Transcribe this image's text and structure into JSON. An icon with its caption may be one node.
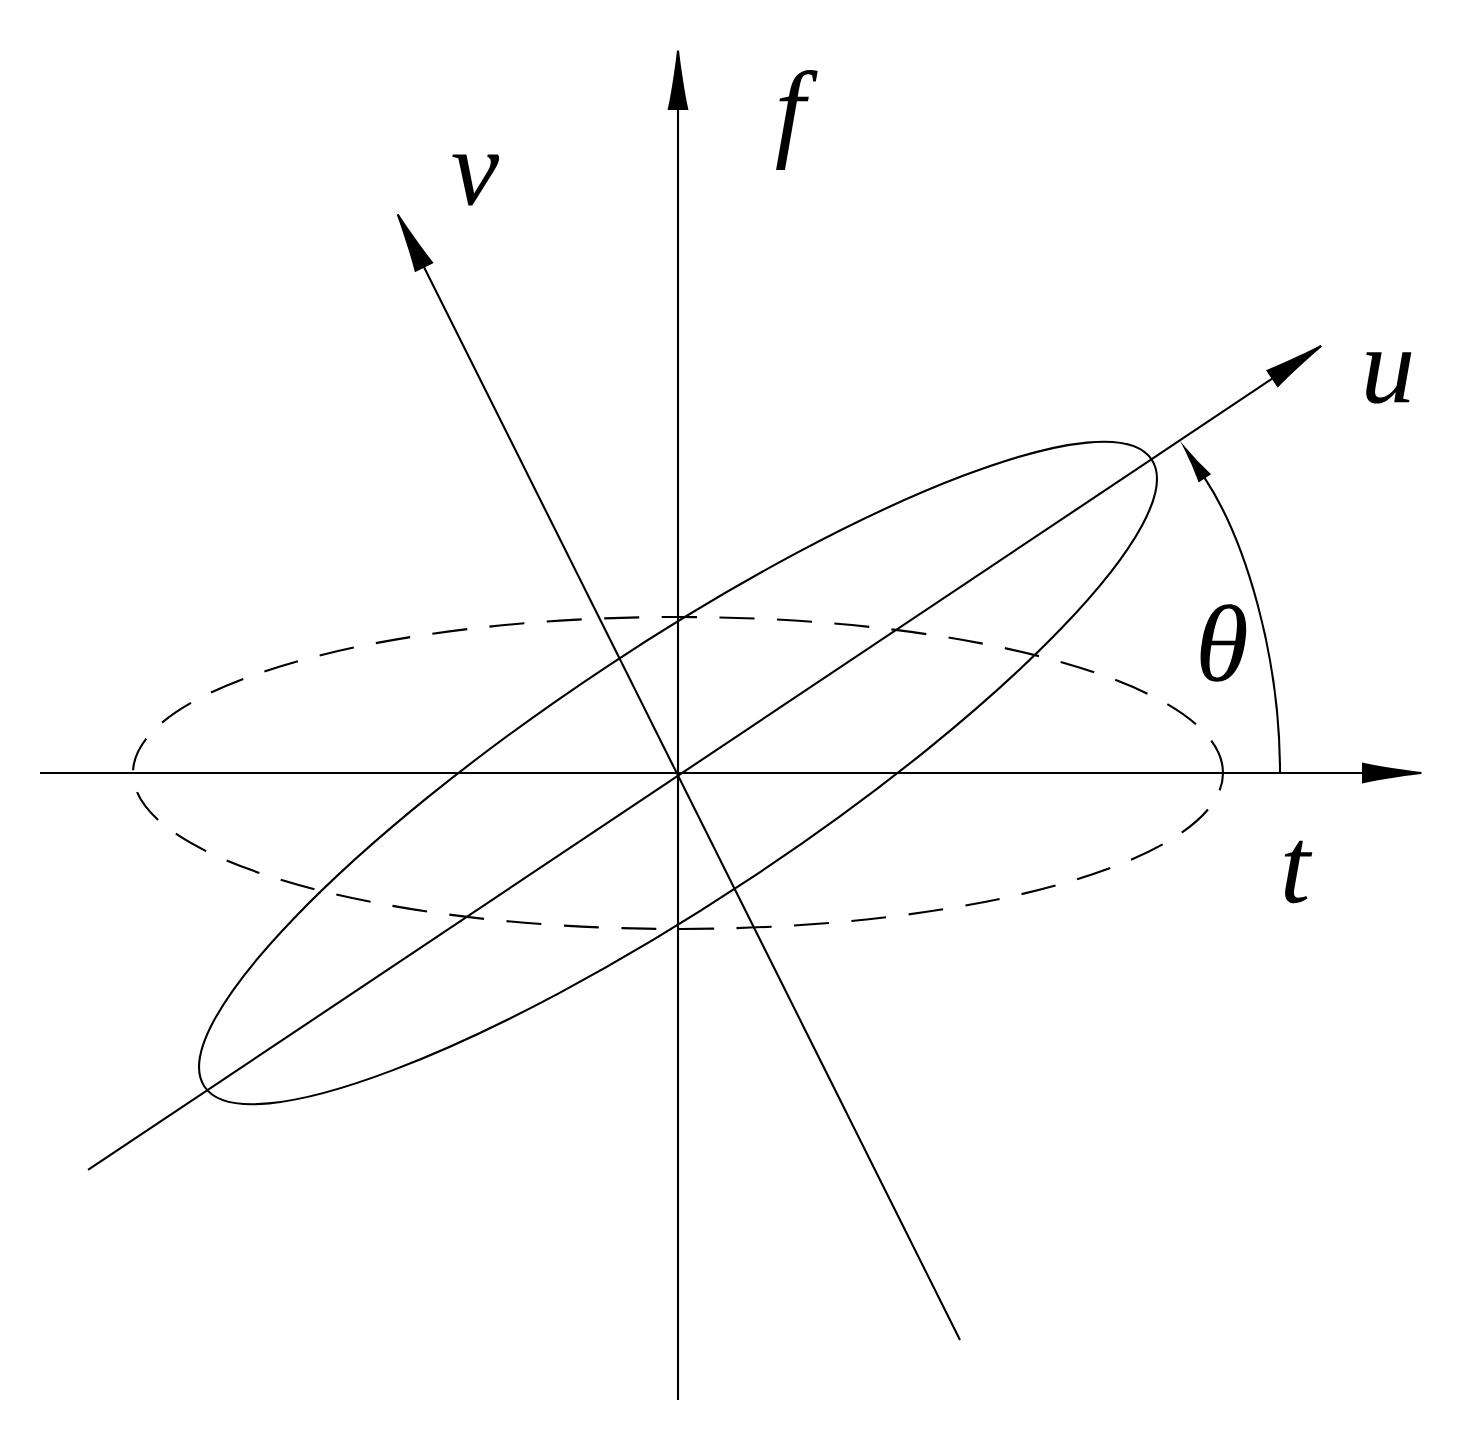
{
  "diagram": {
    "labels": [
      "f",
      "v",
      "u",
      "t",
      "θ"
    ]
  }
}
